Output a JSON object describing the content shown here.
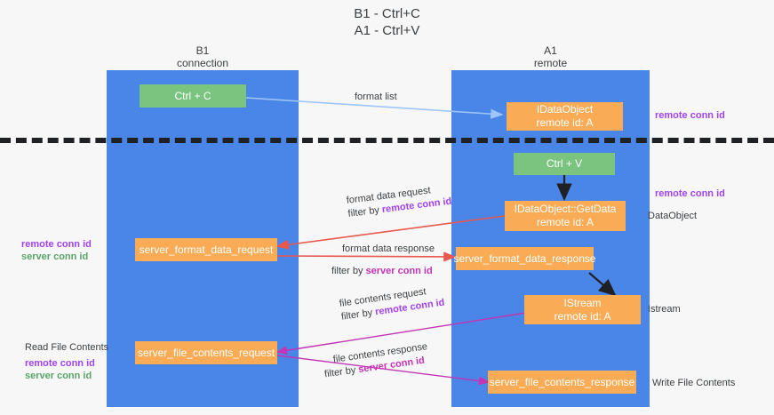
{
  "title": "B1 - Ctrl+C\nA1 - Ctrl+V",
  "lanes": [
    {
      "name": "b1-connection",
      "heading": "B1\nconnection"
    },
    {
      "name": "a1-remote",
      "heading": "A1\nremote"
    }
  ],
  "nodes": {
    "ctrl_c": "Ctrl + C",
    "ctrl_v": "Ctrl + V",
    "idataobject_remote": "IDataObject\nremote id: A",
    "idataobject_getdata": "IDataObject::GetData\nremote id: A",
    "server_format_data_request": "server_format_data_request",
    "server_format_data_response": "server_format_data_response",
    "istream_remote": "IStream\nremote id: A",
    "server_file_contents_request": "server_file_contents_request",
    "server_file_contents_response": "server_file_contents_response"
  },
  "edges": {
    "format_list": "format list",
    "format_data_request": "format data request",
    "format_data_request_filter_prefix": "filter by ",
    "format_data_request_filter_key": "remote conn id",
    "format_data_response": "format data response",
    "format_data_response_filter_prefix": "filter by ",
    "format_data_response_filter_key": "server conn id",
    "file_contents_request": "file contents request",
    "file_contents_request_filter_prefix": "filter by ",
    "file_contents_request_filter_key": "remote conn id",
    "file_contents_response": "file contents response",
    "file_contents_response_filter_prefix": "filter by ",
    "file_contents_response_filter_key": "server conn id"
  },
  "annotations": {
    "right_remote_conn_id_top": "remote conn id",
    "right_remote_conn_id_mid": "remote conn id",
    "right_dataobject": "DataObject",
    "right_istream": "Istream",
    "right_write_file_contents": "Write File Contents",
    "left_remote_conn_id": "remote conn id",
    "left_server_conn_id": "server conn id",
    "left_read_file_contents": "Read File Contents",
    "left_remote_conn_id_2": "remote conn id",
    "left_server_conn_id_2": "server conn id"
  },
  "colors": {
    "lane": "#4a86e8",
    "green_node": "#7bc47f",
    "orange_node": "#f9ab55",
    "purple": "#a142f4",
    "magenta": "#c434b4",
    "green_text": "#5aa469",
    "arrow_blue": "#9fc5f8",
    "arrow_red": "#e8584f",
    "arrow_black": "#202124",
    "background": "#f7f7f7"
  }
}
